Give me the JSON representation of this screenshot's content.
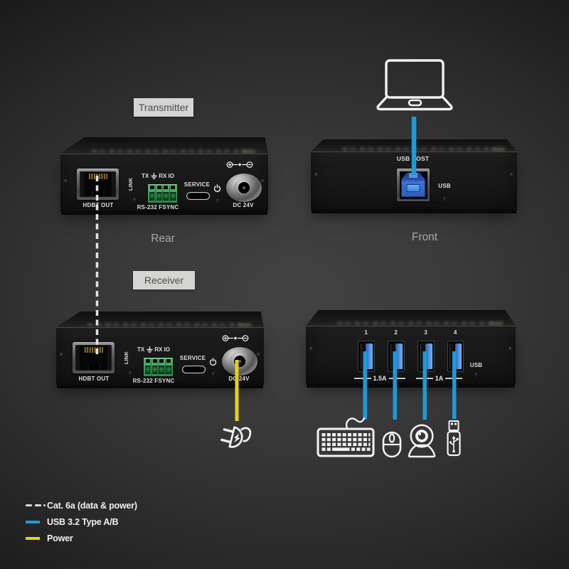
{
  "tags": {
    "transmitter": "Transmitter",
    "receiver": "Receiver"
  },
  "view_labels": {
    "rear": "Rear",
    "front": "Front"
  },
  "rear_panel": {
    "hdbt_out": "HDBT OUT",
    "link": "LINK",
    "tx": "TX",
    "rx_io": "RX IO",
    "serial": "RS-232 FSYNC",
    "service": "SERVICE",
    "dc": "DC 24V"
  },
  "usb_host_panel": {
    "usb_host": "USB HOST",
    "usb": "USB"
  },
  "usb_ports_panel": {
    "ports": [
      "1",
      "2",
      "3",
      "4"
    ],
    "current_group_a": "1.5A",
    "current_group_b": "1A",
    "usb": "USB"
  },
  "legend": {
    "cat6a": "Cat. 6a (data & power)",
    "usb": "USB 3.2 Type A/B",
    "power": "Power"
  },
  "colors": {
    "accent_blue": "#1d9ad8",
    "accent_yellow": "#e6d312",
    "dashed_gray": "#e0e0e0",
    "terminal_green": "#3aa65a",
    "tag_bg": "#d4d4d2"
  }
}
